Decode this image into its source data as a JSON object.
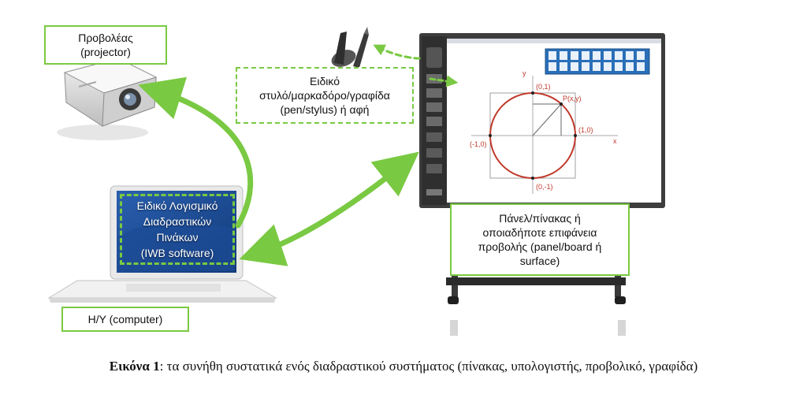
{
  "labels": {
    "projector": {
      "line1": "Προβολέας",
      "line2": "(projector)"
    },
    "pen": {
      "line1": "Ειδικό",
      "line2": "στυλό/μαρκαδόρο/γραφίδα",
      "line3": "(pen/stylus) ή αφή"
    },
    "software": {
      "line1": "Ειδικό Λογισμικό",
      "line2": "Διαδραστικών",
      "line3": "Πινάκων",
      "line4": "(IWB software)"
    },
    "panel": {
      "line1": "Πάνελ/πίνακας ή",
      "line2": "οποιαδήποτε επιφάνεια",
      "line3": "προβολής (panel/board ή",
      "line4": "surface)"
    },
    "computer": {
      "line1": "Η/Υ (computer)"
    }
  },
  "board_sketch": {
    "y_axis": "y",
    "x_axis": "x",
    "top_point": "(0,1)",
    "right_point": "(1,0)",
    "left_point": "(-1,0)",
    "bottom_point": "(0,-1)",
    "radius_point": "P(x,y)"
  },
  "caption": {
    "prefix": "Εικόνα 1",
    "text": ": τα συνήθη συστατικά ενός διαδραστικού συστήματος (πίνακας, υπολογιστής, προβολικό, γραφίδα)"
  },
  "colors": {
    "accent_green": "#7ac943",
    "label_border": "#7ac943",
    "circle_red": "#c0392b"
  }
}
